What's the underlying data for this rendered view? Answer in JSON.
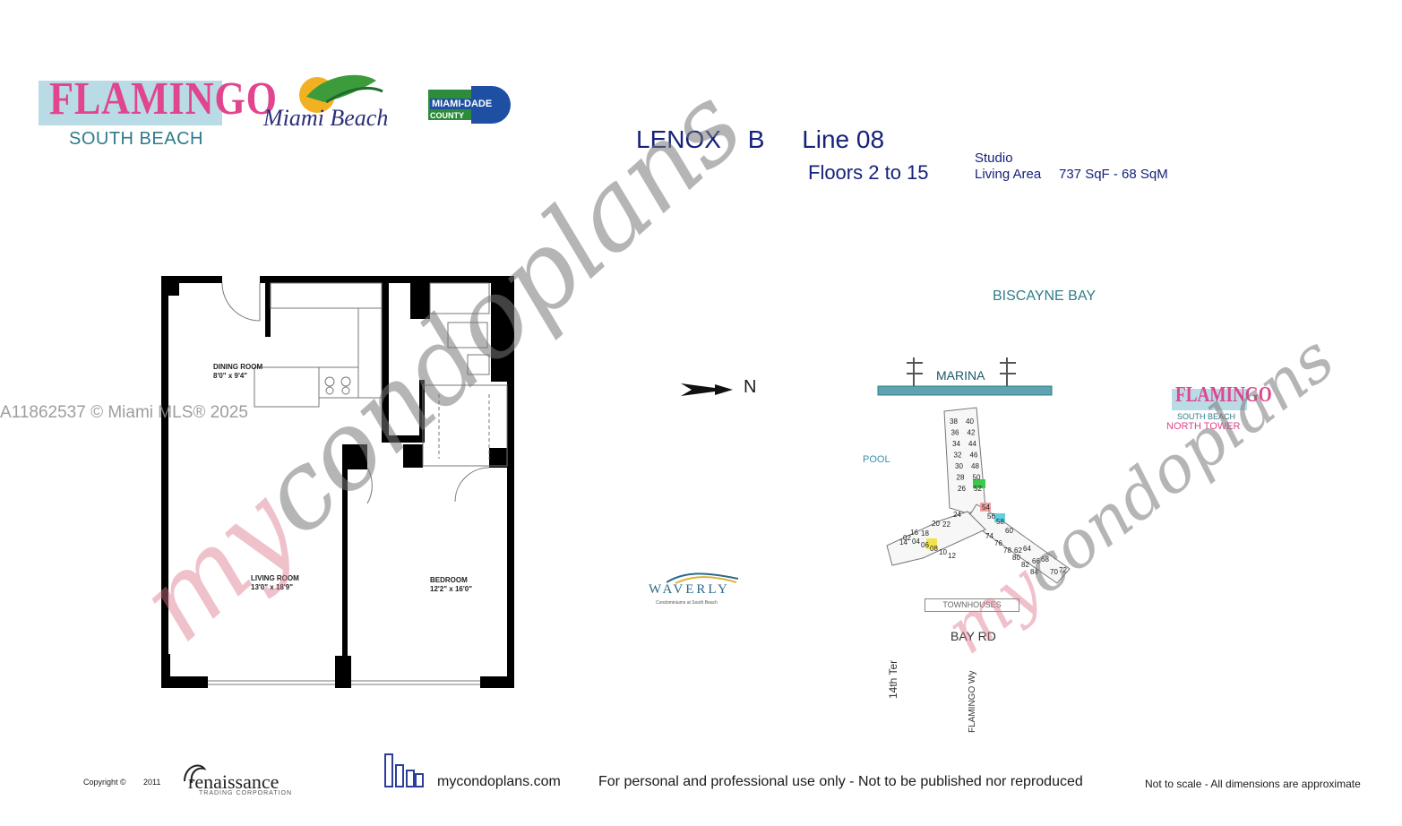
{
  "header": {
    "flamingo_logo": {
      "word": "FLAMINGO",
      "sub": "SOUTH BEACH"
    },
    "miami_beach_logo": {
      "text": "Miami Beach"
    },
    "miami_dade_logo": {
      "line1": "MIAMI-DADE",
      "line2": "COUNTY"
    },
    "unit": {
      "building": "LENOX",
      "type_letter": "B",
      "line": "Line 08"
    },
    "floors": "Floors 2 to 15",
    "unit_type": "Studio",
    "living_area_label": "Living Area",
    "living_area_value": "737 SqF - 68 SqM"
  },
  "floor_plan": {
    "rooms": [
      {
        "name": "DINING ROOM",
        "size": "8'0\" x 9'4\""
      },
      {
        "name": "LIVING ROOM",
        "size": "13'0\" x 18'9\""
      },
      {
        "name": "BEDROOM",
        "size": "12'2\" x 16'0\""
      }
    ]
  },
  "compass": {
    "label": "N"
  },
  "site_map": {
    "water": "BISCAYNE BAY",
    "marina": "MARINA",
    "pool": "POOL",
    "townhouses": "TOWNHOUSES",
    "road": "BAY RD",
    "street_14": "14th Ter",
    "street_flamingo": "FLAMINGO Wy",
    "north_tower_logo": {
      "word": "FLAMINGO",
      "sub": "SOUTH BEACH",
      "sub2": "NORTH TOWER"
    },
    "unit_numbers": [
      "38",
      "40",
      "36",
      "42",
      "34",
      "44",
      "32",
      "46",
      "30",
      "48",
      "28",
      "50",
      "26",
      "52",
      "54",
      "56",
      "58",
      "60",
      "62",
      "64",
      "66",
      "68",
      "70",
      "72",
      "74",
      "76",
      "78",
      "80",
      "82",
      "84",
      "24",
      "22",
      "20",
      "18",
      "16",
      "14",
      "12",
      "10",
      "08",
      "06",
      "04",
      "02"
    ],
    "highlight_colors": {
      "unit_08": "#f2e34a",
      "unit_50": "#3cc84a",
      "unit_54": "#f0a0a0",
      "unit_58": "#5fd0e0"
    }
  },
  "waverly_logo": {
    "word": "WAVERLY",
    "sub": "Condominiums at South Beach"
  },
  "watermarks": {
    "mls": "A11862537 © Miami MLS® 2025",
    "brand_prefix": "my",
    "brand_rest": "condoplans"
  },
  "footer": {
    "copyright": "Copyright ©",
    "year": "2011",
    "renaissance": {
      "word": "renaissance",
      "sub": "TRADING CORPORATION"
    },
    "site": "mycondoplans.com",
    "disclaimer": "For personal and professional use only - Not to be published nor reproduced",
    "scale_note": "Not to scale - All dimensions are approximate"
  },
  "colors": {
    "navy": "#16227a",
    "teal": "#2f7d8a",
    "pink": "#e0458e",
    "wall": "#000000"
  }
}
